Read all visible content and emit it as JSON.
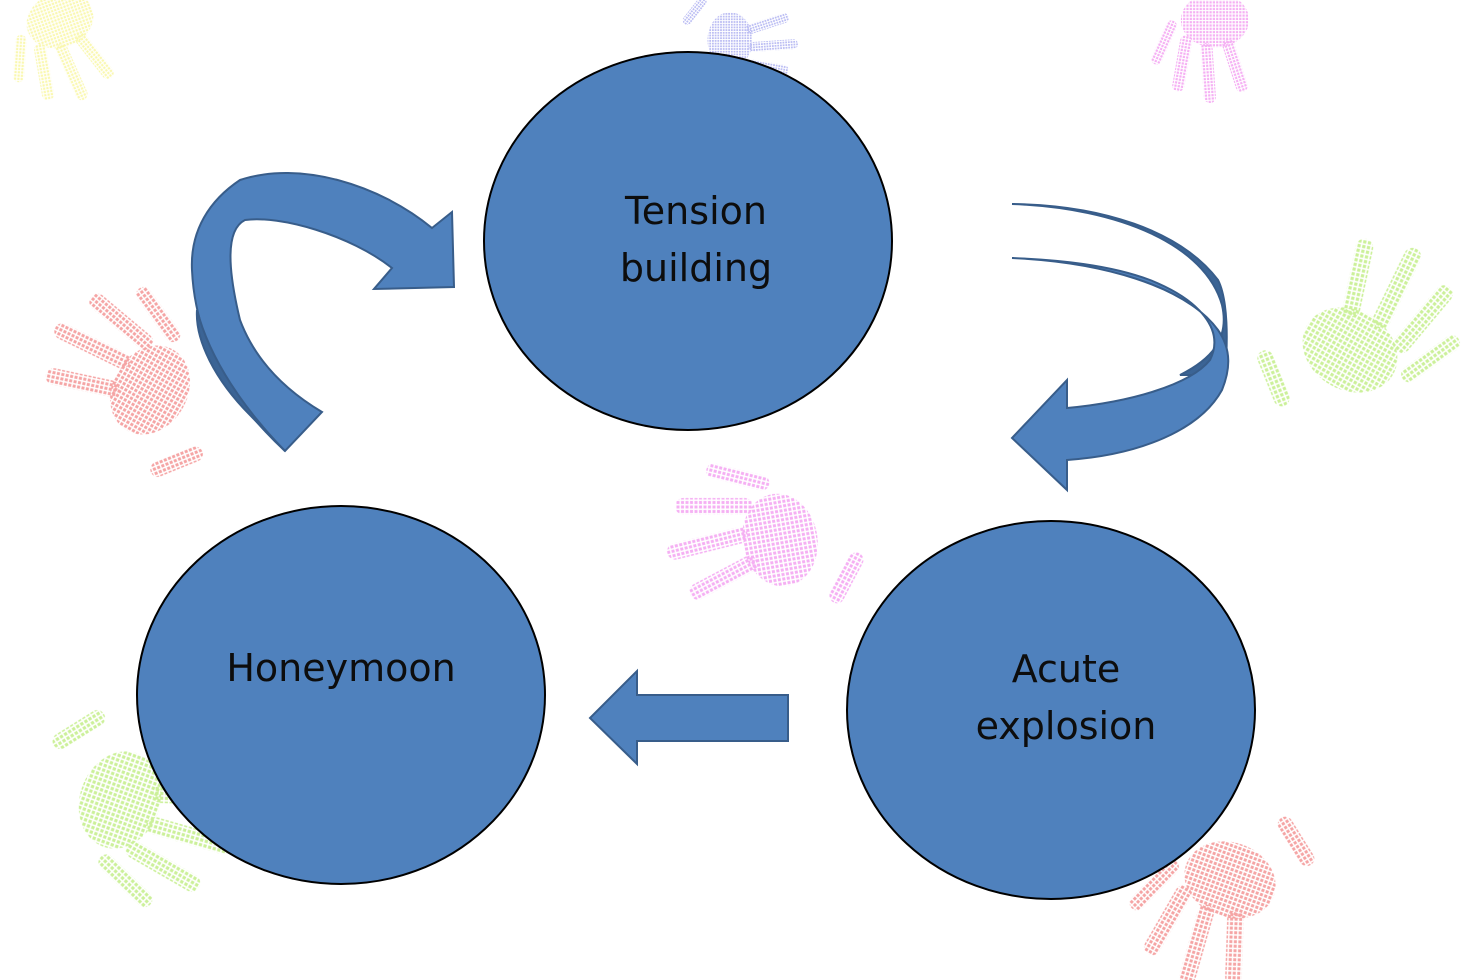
{
  "diagram": {
    "type": "cycle",
    "nodes": [
      {
        "id": "tension",
        "label": "Tension\nbuilding"
      },
      {
        "id": "explosion",
        "label": "Acute\nexplosion"
      },
      {
        "id": "honeymoon",
        "label": "Honeymoon"
      }
    ],
    "edges": [
      {
        "from": "tension",
        "to": "explosion"
      },
      {
        "from": "explosion",
        "to": "honeymoon"
      },
      {
        "from": "honeymoon",
        "to": "tension"
      }
    ]
  },
  "colors": {
    "node_fill": "#4f81bd",
    "arrow_fill": "#4f81bd",
    "arrow_dark": "#3b6495",
    "text": "#0d0d0d",
    "handprint_pink": "#f49a9a",
    "handprint_green": "#c6ef8e",
    "handprint_blue": "#b5b7f2",
    "handprint_magenta": "#f4a6f2",
    "handprint_yellow": "#f9f7a4"
  }
}
